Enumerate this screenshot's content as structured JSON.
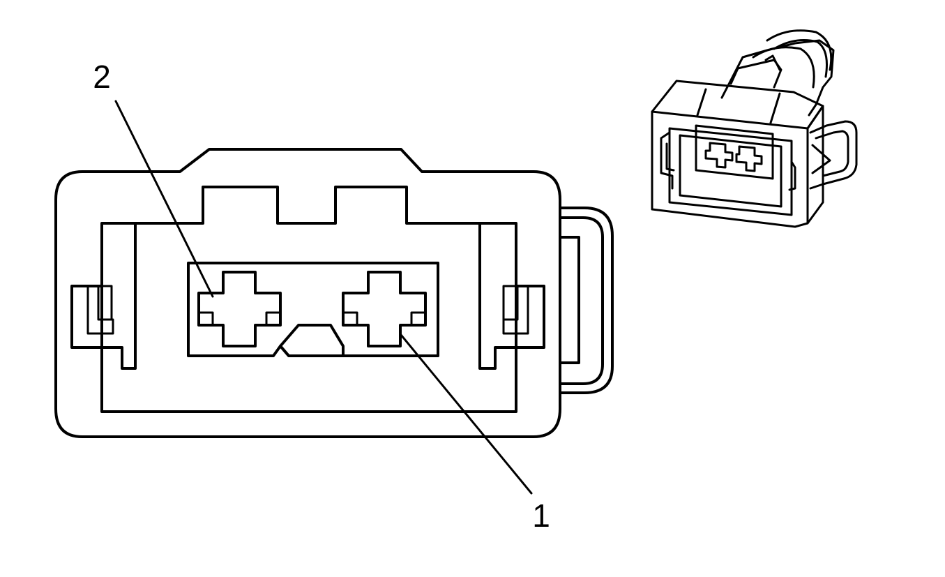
{
  "callouts": [
    {
      "id": "pin-1",
      "label": "1"
    },
    {
      "id": "pin-2",
      "label": "2"
    }
  ],
  "colors": {
    "line": "#000000",
    "background": "#ffffff"
  }
}
